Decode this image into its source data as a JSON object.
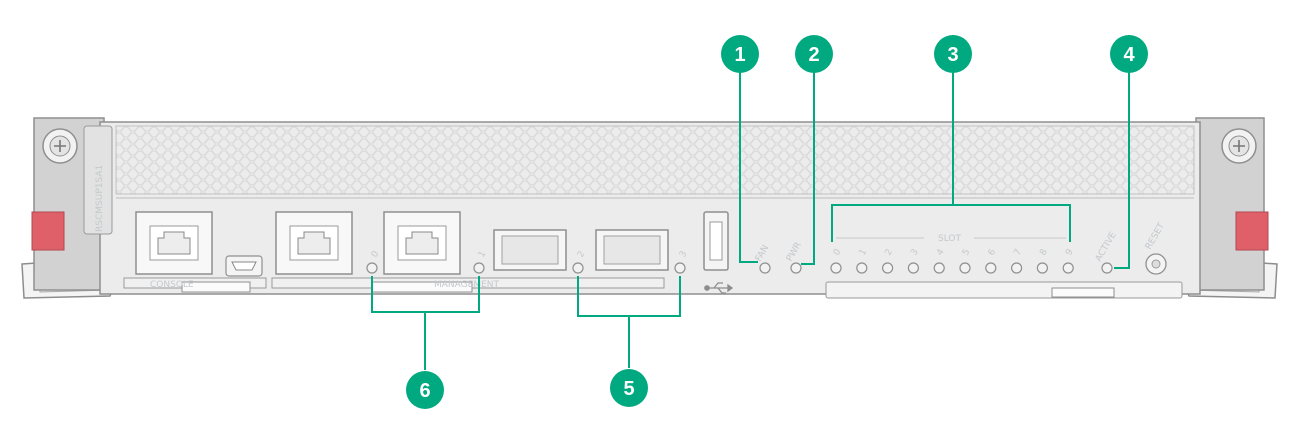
{
  "module_label": "RSCMSUP1SA1",
  "silkscreen": {
    "console": "CONSOLE",
    "management": "MANAGEMENT",
    "fan": "FAN",
    "pwr": "PWR",
    "slot": "SLOT",
    "active": "ACTIVE",
    "reset": "RESET"
  },
  "port_numbers": [
    "0",
    "1",
    "2",
    "3"
  ],
  "slot_numbers": [
    "0",
    "1",
    "2",
    "3",
    "4",
    "5",
    "6",
    "7",
    "8",
    "9"
  ],
  "callouts": [
    "1",
    "2",
    "3",
    "4",
    "5",
    "6"
  ],
  "colors": {
    "callout": "#00a97f",
    "panel": "#ececec",
    "ear": "#d3d3d3",
    "tab": "#e0606a",
    "lines": "#00a97f"
  }
}
